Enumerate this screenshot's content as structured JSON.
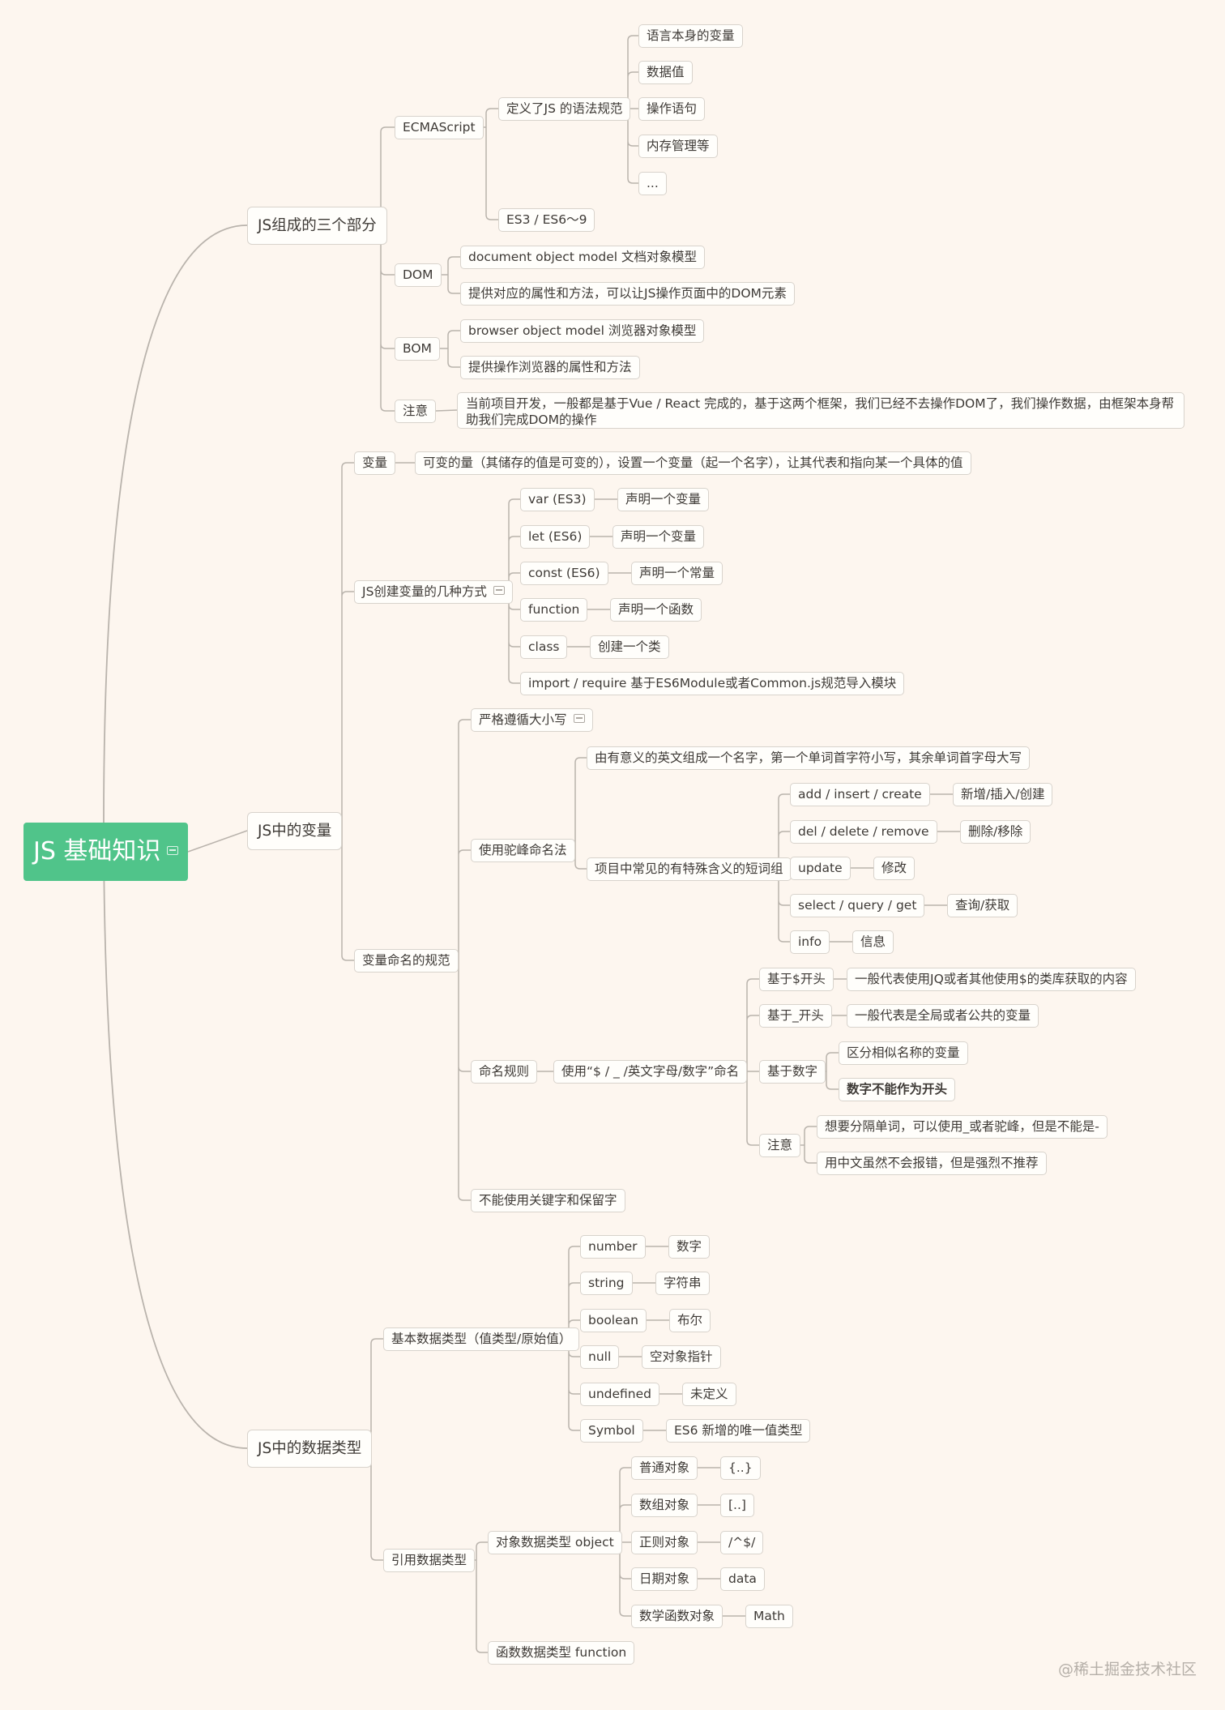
{
  "root": {
    "title": "JS 基础知识",
    "icon": "note-icon"
  },
  "sections": {
    "js_parts": {
      "label": "JS组成的三个部分",
      "ecmascript": {
        "label": "ECMAScript",
        "syntax": {
          "label": "定义了JS 的语法规范",
          "items": [
            "语言本身的变量",
            "数据值",
            "操作语句",
            "内存管理等",
            "..."
          ]
        },
        "versions": "ES3 / ES6～9"
      },
      "dom": {
        "label": "DOM",
        "items": [
          "document object model 文档对象模型",
          "提供对应的属性和方法，可以让JS操作页面中的DOM元素"
        ]
      },
      "bom": {
        "label": "BOM",
        "items": [
          "browser object model 浏览器对象模型",
          "提供操作浏览器的属性和方法"
        ]
      },
      "note": {
        "label": "注意",
        "text": "当前项目开发，一般都是基于Vue / React 完成的，基于这两个框架，我们已经不去操作DOM了，我们操作数据，由框架本身帮助我们完成DOM的操作"
      }
    },
    "variables": {
      "label": "JS中的变量",
      "variable": {
        "label": "变量",
        "desc": "可变的量（其储存的值是可变的），设置一个变量（起一个名字），让其代表和指向某一个具体的值"
      },
      "creation": {
        "label": "JS创建变量的几种方式",
        "items": [
          {
            "key": "var (ES3)",
            "desc": "声明一个变量"
          },
          {
            "key": "let (ES6)",
            "desc": "声明一个变量"
          },
          {
            "key": "const (ES6)",
            "desc": "声明一个常量"
          },
          {
            "key": "function",
            "desc": "声明一个函数"
          },
          {
            "key": "class",
            "desc": "创建一个类"
          },
          {
            "key": "import / require 基于ES6Module或者Common.js规范导入模块"
          }
        ]
      },
      "naming": {
        "label": "变量命名的规范",
        "case_sensitive": "严格遵循大小写",
        "camel": {
          "label": "使用驼峰命名法",
          "rule": "由有意义的英文组成一个名字，第一个单词首字符小写，其余单词首字母大写",
          "phrases": {
            "label": "项目中常见的有特殊含义的短词组",
            "items": [
              {
                "key": "add / insert / create",
                "desc": "新增/插入/创建"
              },
              {
                "key": "del / delete / remove",
                "desc": "删除/移除"
              },
              {
                "key": "update",
                "desc": "修改"
              },
              {
                "key": "select / query / get",
                "desc": "查询/获取"
              },
              {
                "key": "info",
                "desc": "信息"
              }
            ]
          }
        },
        "rules": {
          "label": "命名规则",
          "usage": "使用“$ / _ /英文字母/数字”命名",
          "dollar": {
            "label": "基于$开头",
            "desc": "一般代表使用JQ或者其他使用$的类库获取的内容"
          },
          "underscore": {
            "label": "基于_开头",
            "desc": "一般代表是全局或者公共的变量"
          },
          "digits": {
            "label": "基于数字",
            "items": [
              "区分相似名称的变量",
              "数字不能作为开头"
            ]
          },
          "note": {
            "label": "注意",
            "items": [
              "想要分隔单词，可以使用_或者驼峰，但是不能是-",
              "用中文虽然不会报错，但是强烈不推荐"
            ]
          }
        },
        "reserved": "不能使用关键字和保留字"
      }
    },
    "types": {
      "label": "JS中的数据类型",
      "primitive": {
        "label": "基本数据类型（值类型/原始值）",
        "items": [
          {
            "key": "number",
            "desc": "数字"
          },
          {
            "key": "string",
            "desc": "字符串"
          },
          {
            "key": "boolean",
            "desc": "布尔"
          },
          {
            "key": "null",
            "desc": "空对象指针"
          },
          {
            "key": "undefined",
            "desc": "未定义"
          },
          {
            "key": "Symbol",
            "desc": "ES6 新增的唯一值类型"
          }
        ]
      },
      "reference": {
        "label": "引用数据类型",
        "object": {
          "label": "对象数据类型 object",
          "items": [
            {
              "key": "普通对象",
              "desc": "{..}"
            },
            {
              "key": "数组对象",
              "desc": "[..]"
            },
            {
              "key": "正则对象",
              "desc": "/^$/"
            },
            {
              "key": "日期对象",
              "desc": "data"
            },
            {
              "key": "数学函数对象",
              "desc": "Math"
            }
          ]
        },
        "function": "函数数据类型 function"
      }
    }
  },
  "watermark": "@稀土掘金技术社区",
  "colors": {
    "background": "#fdf6ef",
    "root": "#50c48a",
    "line": "#b9b3ac",
    "node_border": "#d8d3cc"
  }
}
